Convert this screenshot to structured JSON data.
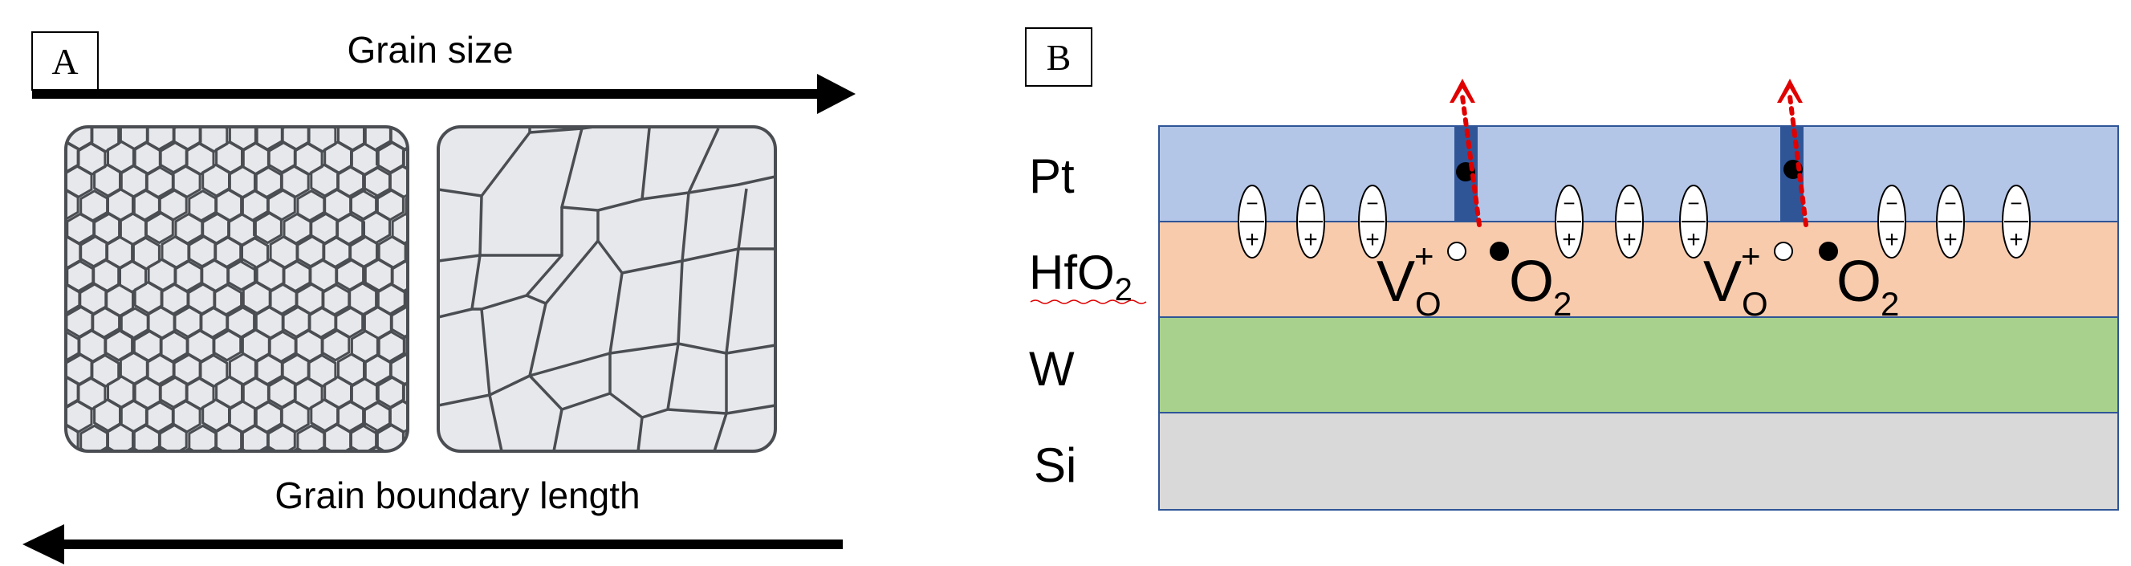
{
  "panel_a": {
    "label": "A",
    "top_arrow_label": "Grain size",
    "bottom_arrow_label": "Grain boundary length"
  },
  "panel_b": {
    "label": "B",
    "layers": [
      {
        "name": "Pt",
        "sub": "",
        "color": "#b4c6e7"
      },
      {
        "name": "HfO",
        "sub": "2",
        "color": "#f8cbad"
      },
      {
        "name": "W",
        "sub": "",
        "color": "#a9d18e"
      },
      {
        "name": "Si",
        "sub": "",
        "color": "#d9d9d9"
      }
    ],
    "filament_color": "#2f5597",
    "arrow_color": "#e00000",
    "dipole_minus": "−",
    "dipole_plus": "+",
    "vacancy_symbol": "V",
    "vacancy_sub": "O",
    "vacancy_sup": "+",
    "oxygen_symbol": "O",
    "oxygen_sub": "2"
  }
}
